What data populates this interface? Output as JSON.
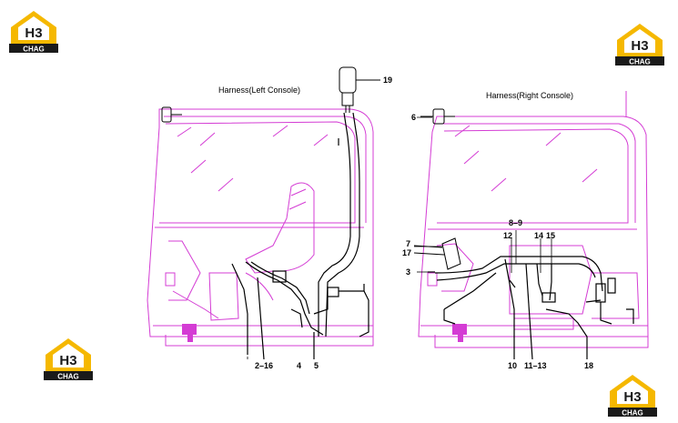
{
  "diagram": {
    "left_title": "Harness(Left Console)",
    "right_title": "Harness(Right Console)",
    "callouts": {
      "c19": "19",
      "c2_16": "2–16",
      "c4": "4",
      "c5": "5",
      "c6": "6",
      "c8_9": "8–9",
      "c7": "7",
      "c17": "17",
      "c12": "12",
      "c14": "14",
      "c15": "15",
      "c3": "3",
      "c10": "10",
      "c11_13": "11–13",
      "c18": "18"
    }
  },
  "logo": {
    "mark": "H3",
    "text": "CHAG",
    "accent_color": "#F5B800",
    "dark_color": "#1A1A1A"
  },
  "colors": {
    "cab_outline": "#D43CD4",
    "harness": "#000000"
  }
}
